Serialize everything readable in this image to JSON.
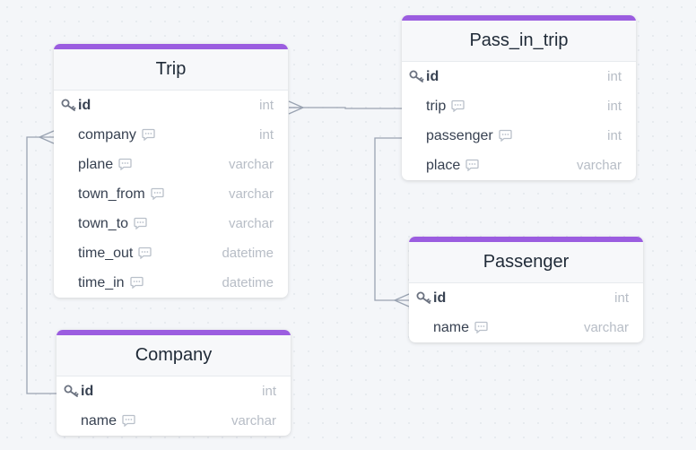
{
  "tables": {
    "trip": {
      "name": "Trip",
      "fields": [
        {
          "name": "id",
          "type": "int",
          "pk": true
        },
        {
          "name": "company",
          "type": "int"
        },
        {
          "name": "plane",
          "type": "varchar"
        },
        {
          "name": "town_from",
          "type": "varchar"
        },
        {
          "name": "town_to",
          "type": "varchar"
        },
        {
          "name": "time_out",
          "type": "datetime"
        },
        {
          "name": "time_in",
          "type": "datetime"
        }
      ]
    },
    "company": {
      "name": "Company",
      "fields": [
        {
          "name": "id",
          "type": "int",
          "pk": true
        },
        {
          "name": "name",
          "type": "varchar"
        }
      ]
    },
    "pass_in_trip": {
      "name": "Pass_in_trip",
      "fields": [
        {
          "name": "id",
          "type": "int",
          "pk": true
        },
        {
          "name": "trip",
          "type": "int"
        },
        {
          "name": "passenger",
          "type": "int"
        },
        {
          "name": "place",
          "type": "varchar"
        }
      ]
    },
    "passenger": {
      "name": "Passenger",
      "fields": [
        {
          "name": "id",
          "type": "int",
          "pk": true
        },
        {
          "name": "name",
          "type": "varchar"
        }
      ]
    }
  },
  "colors": {
    "header_bar": "#9b5de0",
    "edge": "#9aa3b2",
    "type_text": "#b7bdc6"
  },
  "relationships": [
    {
      "from": "trip.company",
      "to": "company.id"
    },
    {
      "from": "pass_in_trip.trip",
      "to": "trip.id"
    },
    {
      "from": "pass_in_trip.passenger",
      "to": "passenger.id"
    }
  ]
}
